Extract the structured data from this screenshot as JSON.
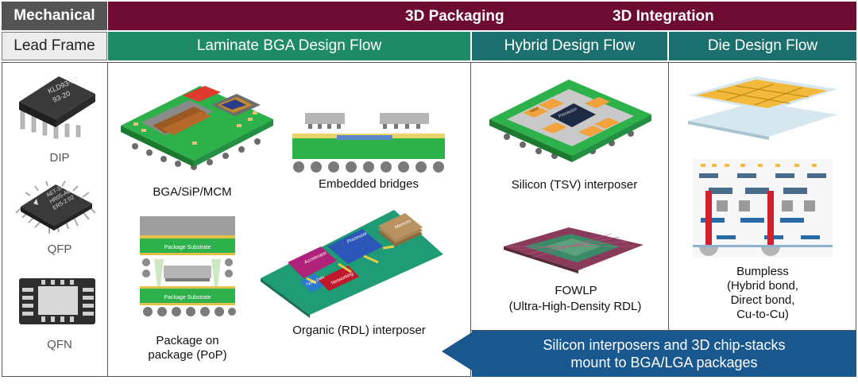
{
  "headers": {
    "mechanical": "Mechanical",
    "packaging": "3D Packaging",
    "integration": "3D Integration",
    "lead_frame": "Lead Frame",
    "laminate": "Laminate BGA Design Flow",
    "hybrid": "Hybrid Design Flow",
    "die": "Die Design Flow"
  },
  "lead_frame_items": {
    "dip": "DIP",
    "qfp": "QFP",
    "qfn": "QFN",
    "dip_marking_1": "KLD93-12",
    "dip_marking_2": "93-20",
    "qfp_marking_1": "AET-14KL",
    "qfp_marking_2": "HR05-AE",
    "qfp_marking_3": "ER5-2.02"
  },
  "laminate_items": {
    "bga": "BGA/SiP/MCM",
    "bridges": "Embedded bridges",
    "pop_line1": "Package on",
    "pop_line2": "package (PoP)",
    "pop_substrate": "Package Substrate",
    "organic": "Organic (RDL) interposer",
    "chip_accelerator": "Accelerator",
    "chip_processor": "Processor",
    "chip_memory": "Memory",
    "chip_networking": "Networking",
    "chip_io": "Tx/Rx Data"
  },
  "hybrid_items": {
    "silicon": "Silicon (TSV) interposer",
    "fowlp_line1": "FOWLP",
    "fowlp_line2": "(Ultra-High-Density RDL)",
    "chip_processor": "Processor",
    "chip_hbm": "HBM"
  },
  "die_items": {
    "bumpless_line1": "Bumpless",
    "bumpless_line2": "(Hybrid bond,",
    "bumpless_line3": "Direct bond,",
    "bumpless_line4": "Cu-to-Cu)"
  },
  "banner": {
    "line1": "Silicon interposers and 3D chip-stacks",
    "line2": "mount to BGA/LGA packages"
  },
  "colors": {
    "maroon": "#6e0b32",
    "dark_gray": "#545454",
    "green": "#1e8a66",
    "teal": "#1b6f6c",
    "banner_blue": "#19578f"
  }
}
